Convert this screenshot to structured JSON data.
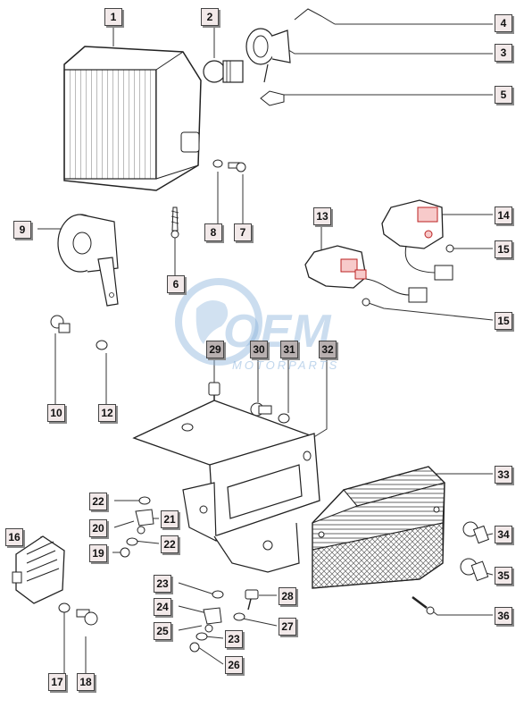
{
  "diagram": {
    "callouts": [
      {
        "id": "c1",
        "label": "1"
      },
      {
        "id": "c2",
        "label": "2"
      },
      {
        "id": "c3",
        "label": "3"
      },
      {
        "id": "c4",
        "label": "4"
      },
      {
        "id": "c5",
        "label": "5"
      },
      {
        "id": "c6",
        "label": "6"
      },
      {
        "id": "c7",
        "label": "7"
      },
      {
        "id": "c8",
        "label": "8"
      },
      {
        "id": "c9",
        "label": "9"
      },
      {
        "id": "c10",
        "label": "10"
      },
      {
        "id": "c12",
        "label": "12"
      },
      {
        "id": "c13",
        "label": "13"
      },
      {
        "id": "c14",
        "label": "14"
      },
      {
        "id": "c15a",
        "label": "15"
      },
      {
        "id": "c15b",
        "label": "15"
      },
      {
        "id": "c16",
        "label": "16"
      },
      {
        "id": "c17",
        "label": "17"
      },
      {
        "id": "c18",
        "label": "18"
      },
      {
        "id": "c19",
        "label": "19"
      },
      {
        "id": "c20",
        "label": "20"
      },
      {
        "id": "c21",
        "label": "21"
      },
      {
        "id": "c22a",
        "label": "22"
      },
      {
        "id": "c22b",
        "label": "22"
      },
      {
        "id": "c23a",
        "label": "23"
      },
      {
        "id": "c23b",
        "label": "23"
      },
      {
        "id": "c24",
        "label": "24"
      },
      {
        "id": "c25",
        "label": "25"
      },
      {
        "id": "c26",
        "label": "26"
      },
      {
        "id": "c27",
        "label": "27"
      },
      {
        "id": "c28",
        "label": "28"
      },
      {
        "id": "c29",
        "label": "29"
      },
      {
        "id": "c30",
        "label": "30"
      },
      {
        "id": "c31",
        "label": "31"
      },
      {
        "id": "c32",
        "label": "32"
      },
      {
        "id": "c33",
        "label": "33"
      },
      {
        "id": "c34",
        "label": "34"
      },
      {
        "id": "c35",
        "label": "35"
      },
      {
        "id": "c36",
        "label": "36"
      }
    ]
  },
  "watermark": {
    "brand": "OEM",
    "subtitle": "MOTORPARTS"
  }
}
